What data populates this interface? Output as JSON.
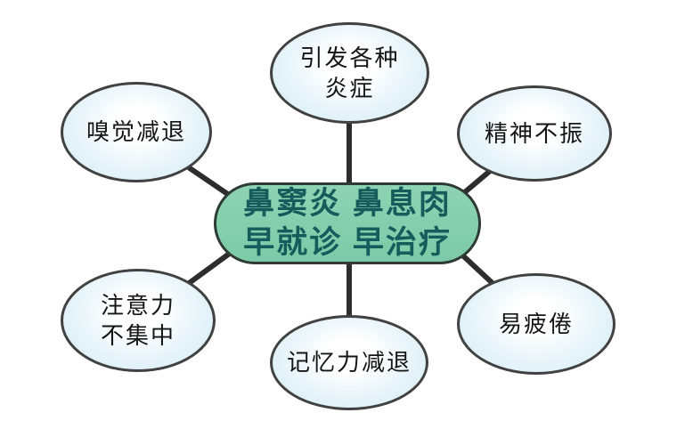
{
  "diagram": {
    "title_hidden": "",
    "center": {
      "line1": "鼻窦炎 鼻息肉",
      "line2": "早就诊 早治疗",
      "fill_color": "#84cfae",
      "text_color": "#175c5c",
      "border_color": "#2e3a34"
    },
    "nodes": [
      {
        "id": "inflammation",
        "lines": [
          "引发各种",
          "炎症"
        ]
      },
      {
        "id": "smell-loss",
        "lines": [
          "嗅觉减退"
        ]
      },
      {
        "id": "low-spirits",
        "lines": [
          "精神不振"
        ]
      },
      {
        "id": "poor-concentration",
        "lines": [
          "注意力",
          "不集中"
        ]
      },
      {
        "id": "memory-decline",
        "lines": [
          "记忆力减退"
        ]
      },
      {
        "id": "fatigue",
        "lines": [
          "易疲倦"
        ]
      }
    ],
    "colors": {
      "background": "#ffffff",
      "ellipse_fill_edge": "#cfeaf3",
      "ellipse_fill_center": "#ffffff",
      "ellipse_border": "#414141",
      "connector_line": "#2d2d2d",
      "node_text": "#151515"
    }
  }
}
